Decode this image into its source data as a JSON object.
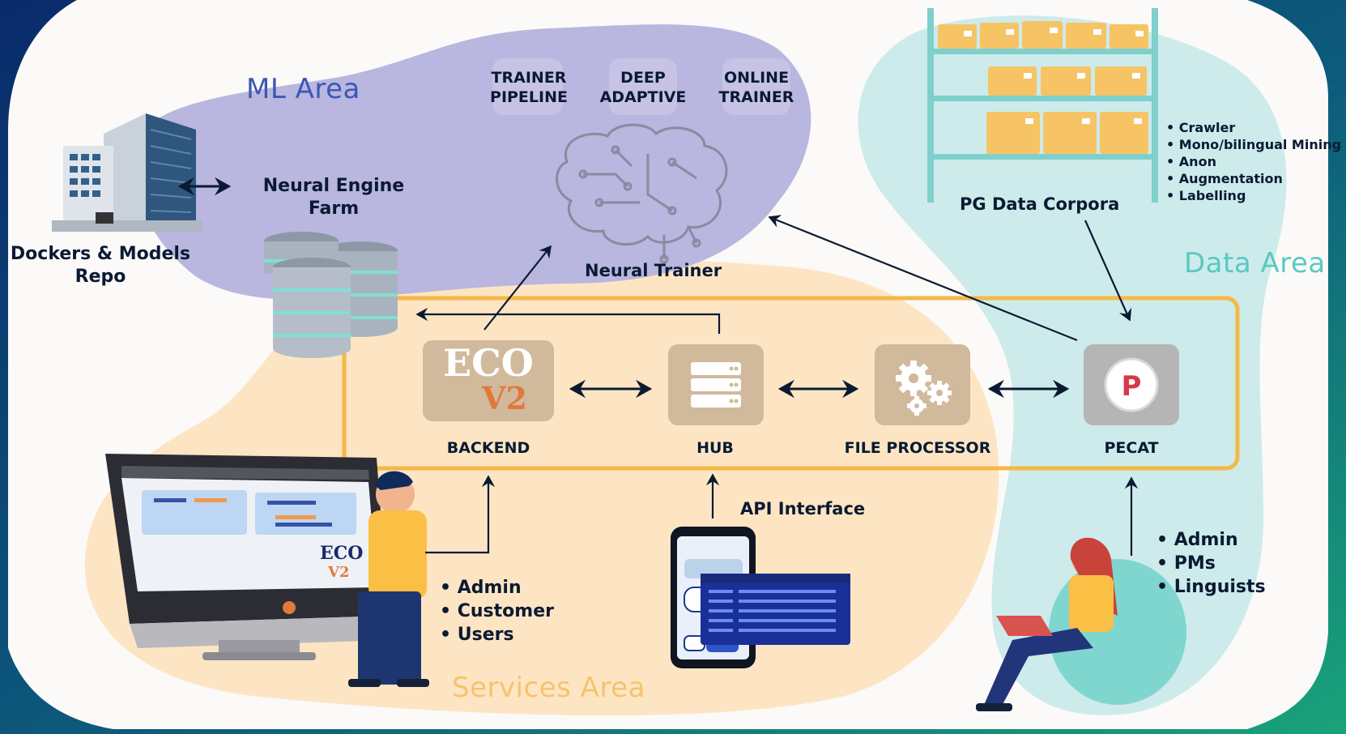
{
  "areas": {
    "ml": "ML Area",
    "data": "Data Area",
    "services": "Services Area"
  },
  "ml_modules": [
    {
      "line1": "TRAINER",
      "line2": "PIPELINE"
    },
    {
      "line1": "DEEP",
      "line2": "ADAPTIVE"
    },
    {
      "line1": "ONLINE",
      "line2": "TRAINER"
    }
  ],
  "labels": {
    "neural_engine_line1": "Neural Engine",
    "neural_engine_line2": "Farm",
    "dockers_line1": "Dockers & Models",
    "dockers_line2": "Repo",
    "neural_trainer": "Neural Trainer",
    "pg_data_corpora": "PG Data Corpora",
    "api_interface": "API Interface"
  },
  "nodes": {
    "backend": "BACKEND",
    "hub": "HUB",
    "file_processor": "FILE PROCESSOR",
    "pecat": "PECAT"
  },
  "eco_logo": {
    "line1": "ECO",
    "line2": "V2"
  },
  "data_processes": [
    "Crawler",
    "Mono/bilingual Mining",
    "Anon",
    "Augmentation",
    "Labelling"
  ],
  "services_users": [
    "Admin",
    "Customer",
    "Users"
  ],
  "pecat_users": [
    "Admin",
    "PMs",
    "Linguists"
  ],
  "colors": {
    "ml_blob": "#b9b6df",
    "services_blob": "#fde5c3",
    "data_blob": "#cdebea",
    "frame": "#f5b847",
    "navy": "#0b1a33",
    "node_tan": "#d1b99c",
    "node_gray": "#b5b5b5",
    "ml_title": "#3c57b5",
    "data_title": "#58c9c3",
    "services_title": "#f6c36c"
  },
  "icons": [
    "building-icon",
    "database-icon",
    "brain-circuit-icon",
    "server-icon",
    "gears-icon",
    "pecat-logo-icon",
    "shelf-boxes-icon",
    "monitor-icon",
    "man-thinking-icon",
    "phone-api-icon",
    "woman-laptop-icon"
  ]
}
